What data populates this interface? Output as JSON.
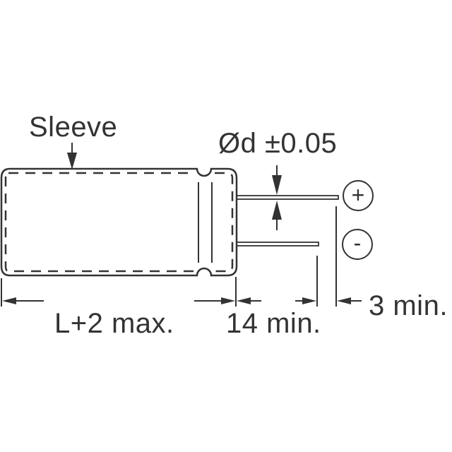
{
  "diagram": {
    "title": "Radial electrolytic capacitor dimension drawing",
    "labels": {
      "sleeve": "Sleeve",
      "lead_diameter": "Ød ±0.05",
      "body_length": "L+2 max.",
      "lead_length": "14 min.",
      "lead_offset": "3 min."
    },
    "polarity": {
      "positive": "+",
      "negative": "-"
    },
    "colors": {
      "stroke": "#333333",
      "background": "#ffffff"
    }
  }
}
